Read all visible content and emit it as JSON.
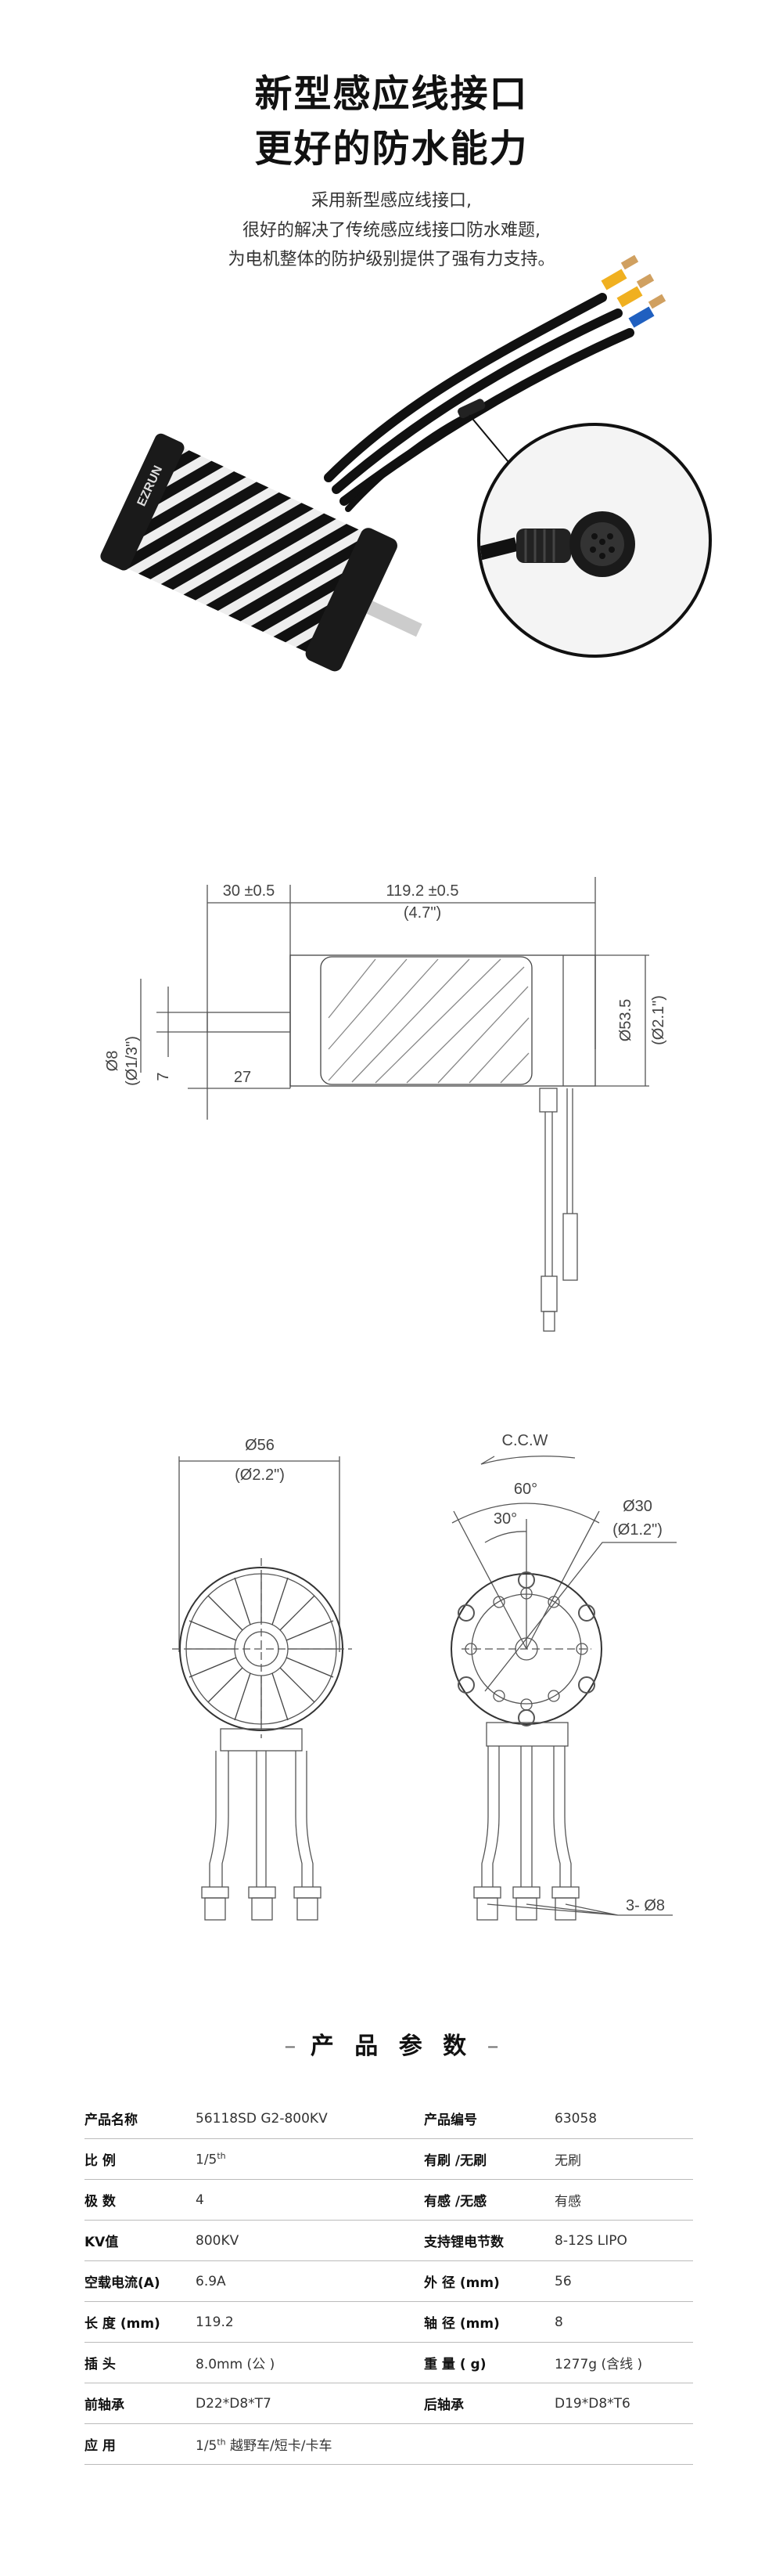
{
  "hero": {
    "title_lines": [
      "新型感应线接口",
      "更好的防水能力"
    ],
    "body_lines": [
      "采用新型感应线接口,",
      "很好的解决了传统感应线接口防水难题,",
      "为电机整体的防护级别提供了强有力支持。"
    ],
    "motor_label": "EZRUN"
  },
  "drawing_side": {
    "dim_shaft": "30 ±0.5",
    "dim_length": "119.2 ±0.5",
    "dim_length_in": "(4.7\")",
    "dim_shaft_dia": "Ø8",
    "dim_shaft_dia_in": "(Ø1/3\")",
    "dim_flat": "7",
    "dim_flat_len": "27",
    "dim_dia": "Ø53.5",
    "dim_dia_in": "(Ø2.1\")"
  },
  "drawing_front": {
    "dim_dia": "Ø56",
    "dim_dia_in": "(Ø2.2\")"
  },
  "drawing_rear": {
    "rotation": "C.C.W",
    "angle_60": "60°",
    "angle_30": "30°",
    "dim_bolt": "Ø30",
    "dim_bolt_in": "(Ø1.2\")",
    "dim_plug": "3- Ø8"
  },
  "specs": {
    "title": "产 品 参 数",
    "dash": "–",
    "rows": [
      {
        "l1": "产品名称",
        "v1": "56118SD G2-800KV",
        "l2": "产品编号",
        "v2": "63058"
      },
      {
        "l1": "比 例",
        "v1": "1/5",
        "v1_sup": "th",
        "l2": "有刷 /无刷",
        "v2": "无刷"
      },
      {
        "l1": "极 数",
        "v1": "4",
        "l2": "有感 /无感",
        "v2": "有感"
      },
      {
        "l1": "KV值",
        "v1": "800KV",
        "l2": "支持锂电节数",
        "v2": "8-12S LIPO"
      },
      {
        "l1": "空载电流(A)",
        "v1": "6.9A",
        "l2": "外 径 (mm)",
        "v2": "56"
      },
      {
        "l1": "长 度 (mm)",
        "v1": "119.2",
        "l2": "轴 径 (mm)",
        "v2": "8"
      },
      {
        "l1": "插 头",
        "v1": "8.0mm (公 )",
        "l2": "重 量 ( g)",
        "v2": "1277g (含线 )"
      },
      {
        "l1": "前轴承",
        "v1": "D22*D8*T7",
        "l2": "后轴承",
        "v2": "D19*D8*T6"
      },
      {
        "l1": "应 用",
        "v1": "1/5",
        "v1_sup": "th",
        "v1_tail": " 越野车/短卡/卡车",
        "l2": "",
        "v2": ""
      }
    ]
  }
}
